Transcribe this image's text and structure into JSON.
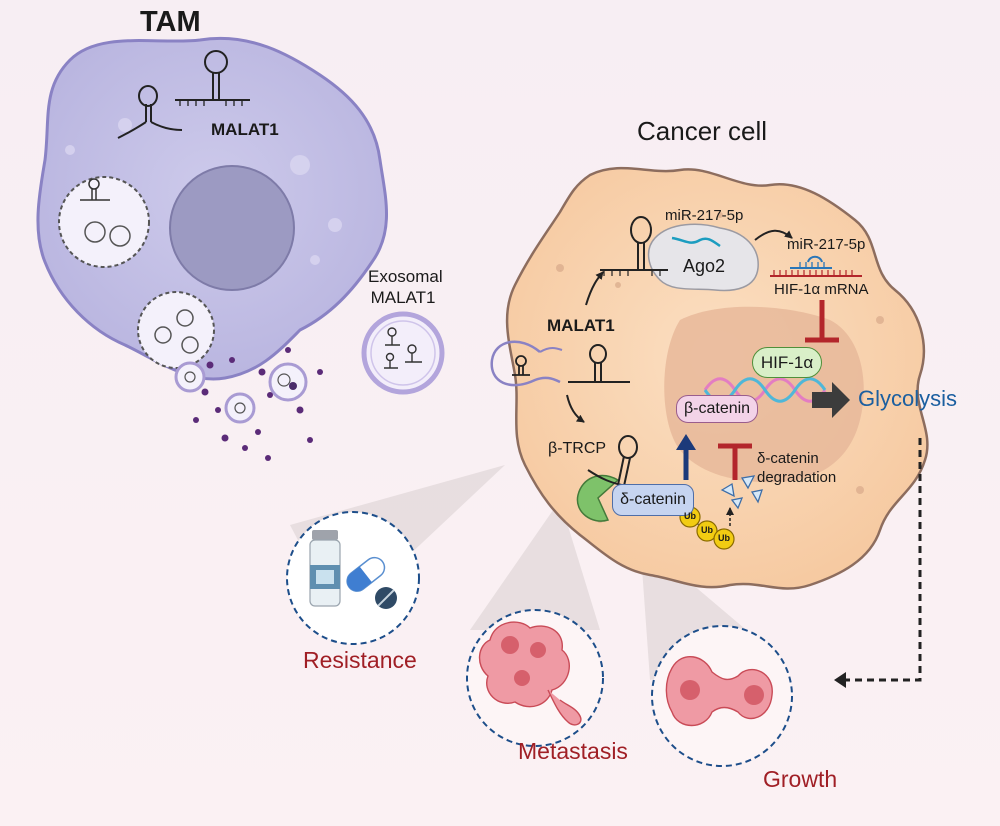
{
  "labels": {
    "tam": "TAM",
    "malat1_tam": "MALAT1",
    "exosomal_line1": "Exosomal",
    "exosomal_line2": "MALAT1",
    "cancer_cell": "Cancer cell",
    "malat1_cancer": "MALAT1",
    "mir_top": "miR-217-5p",
    "ago2": "Ago2",
    "mir_free": "miR-217-5p",
    "hif_mrna": "HIF-1α mRNA",
    "hif1a": "HIF-1α",
    "beta_catenin": "β-catenin",
    "glycolysis": "Glycolysis",
    "beta_trcp": "β-TRCP",
    "delta_catenin": "δ-catenin",
    "degradation_line1": "δ-catenin",
    "degradation_line2": "degradation",
    "ub": "Ub",
    "resistance": "Resistance",
    "metastasis": "Metastasis",
    "growth": "Growth"
  },
  "colors": {
    "tam_fill": "#c2c0e4",
    "tam_border": "#8a82c4",
    "cancer_fill": "#f8d2ae",
    "nucleus": "#e8b99c",
    "outcome_red": "#a01f25",
    "glycolysis_blue": "#1b5fa0",
    "inhibit_red": "#b3262b",
    "arrow_navy": "#1c3a7a",
    "hif_green": "#d9efc8",
    "beta_pink": "#f3d3e8",
    "delta_blue": "#c6d4f0",
    "ub_yellow": "#f2cc12",
    "trcp_green": "#7ec26a"
  },
  "icons": [
    "hairpin-rna-icon",
    "exosome-icon",
    "ago2-protein-icon",
    "vial-icon",
    "capsule-icon",
    "pill-icon",
    "cell-cluster-icon",
    "dividing-cell-icon",
    "ubiquitin-icon"
  ]
}
